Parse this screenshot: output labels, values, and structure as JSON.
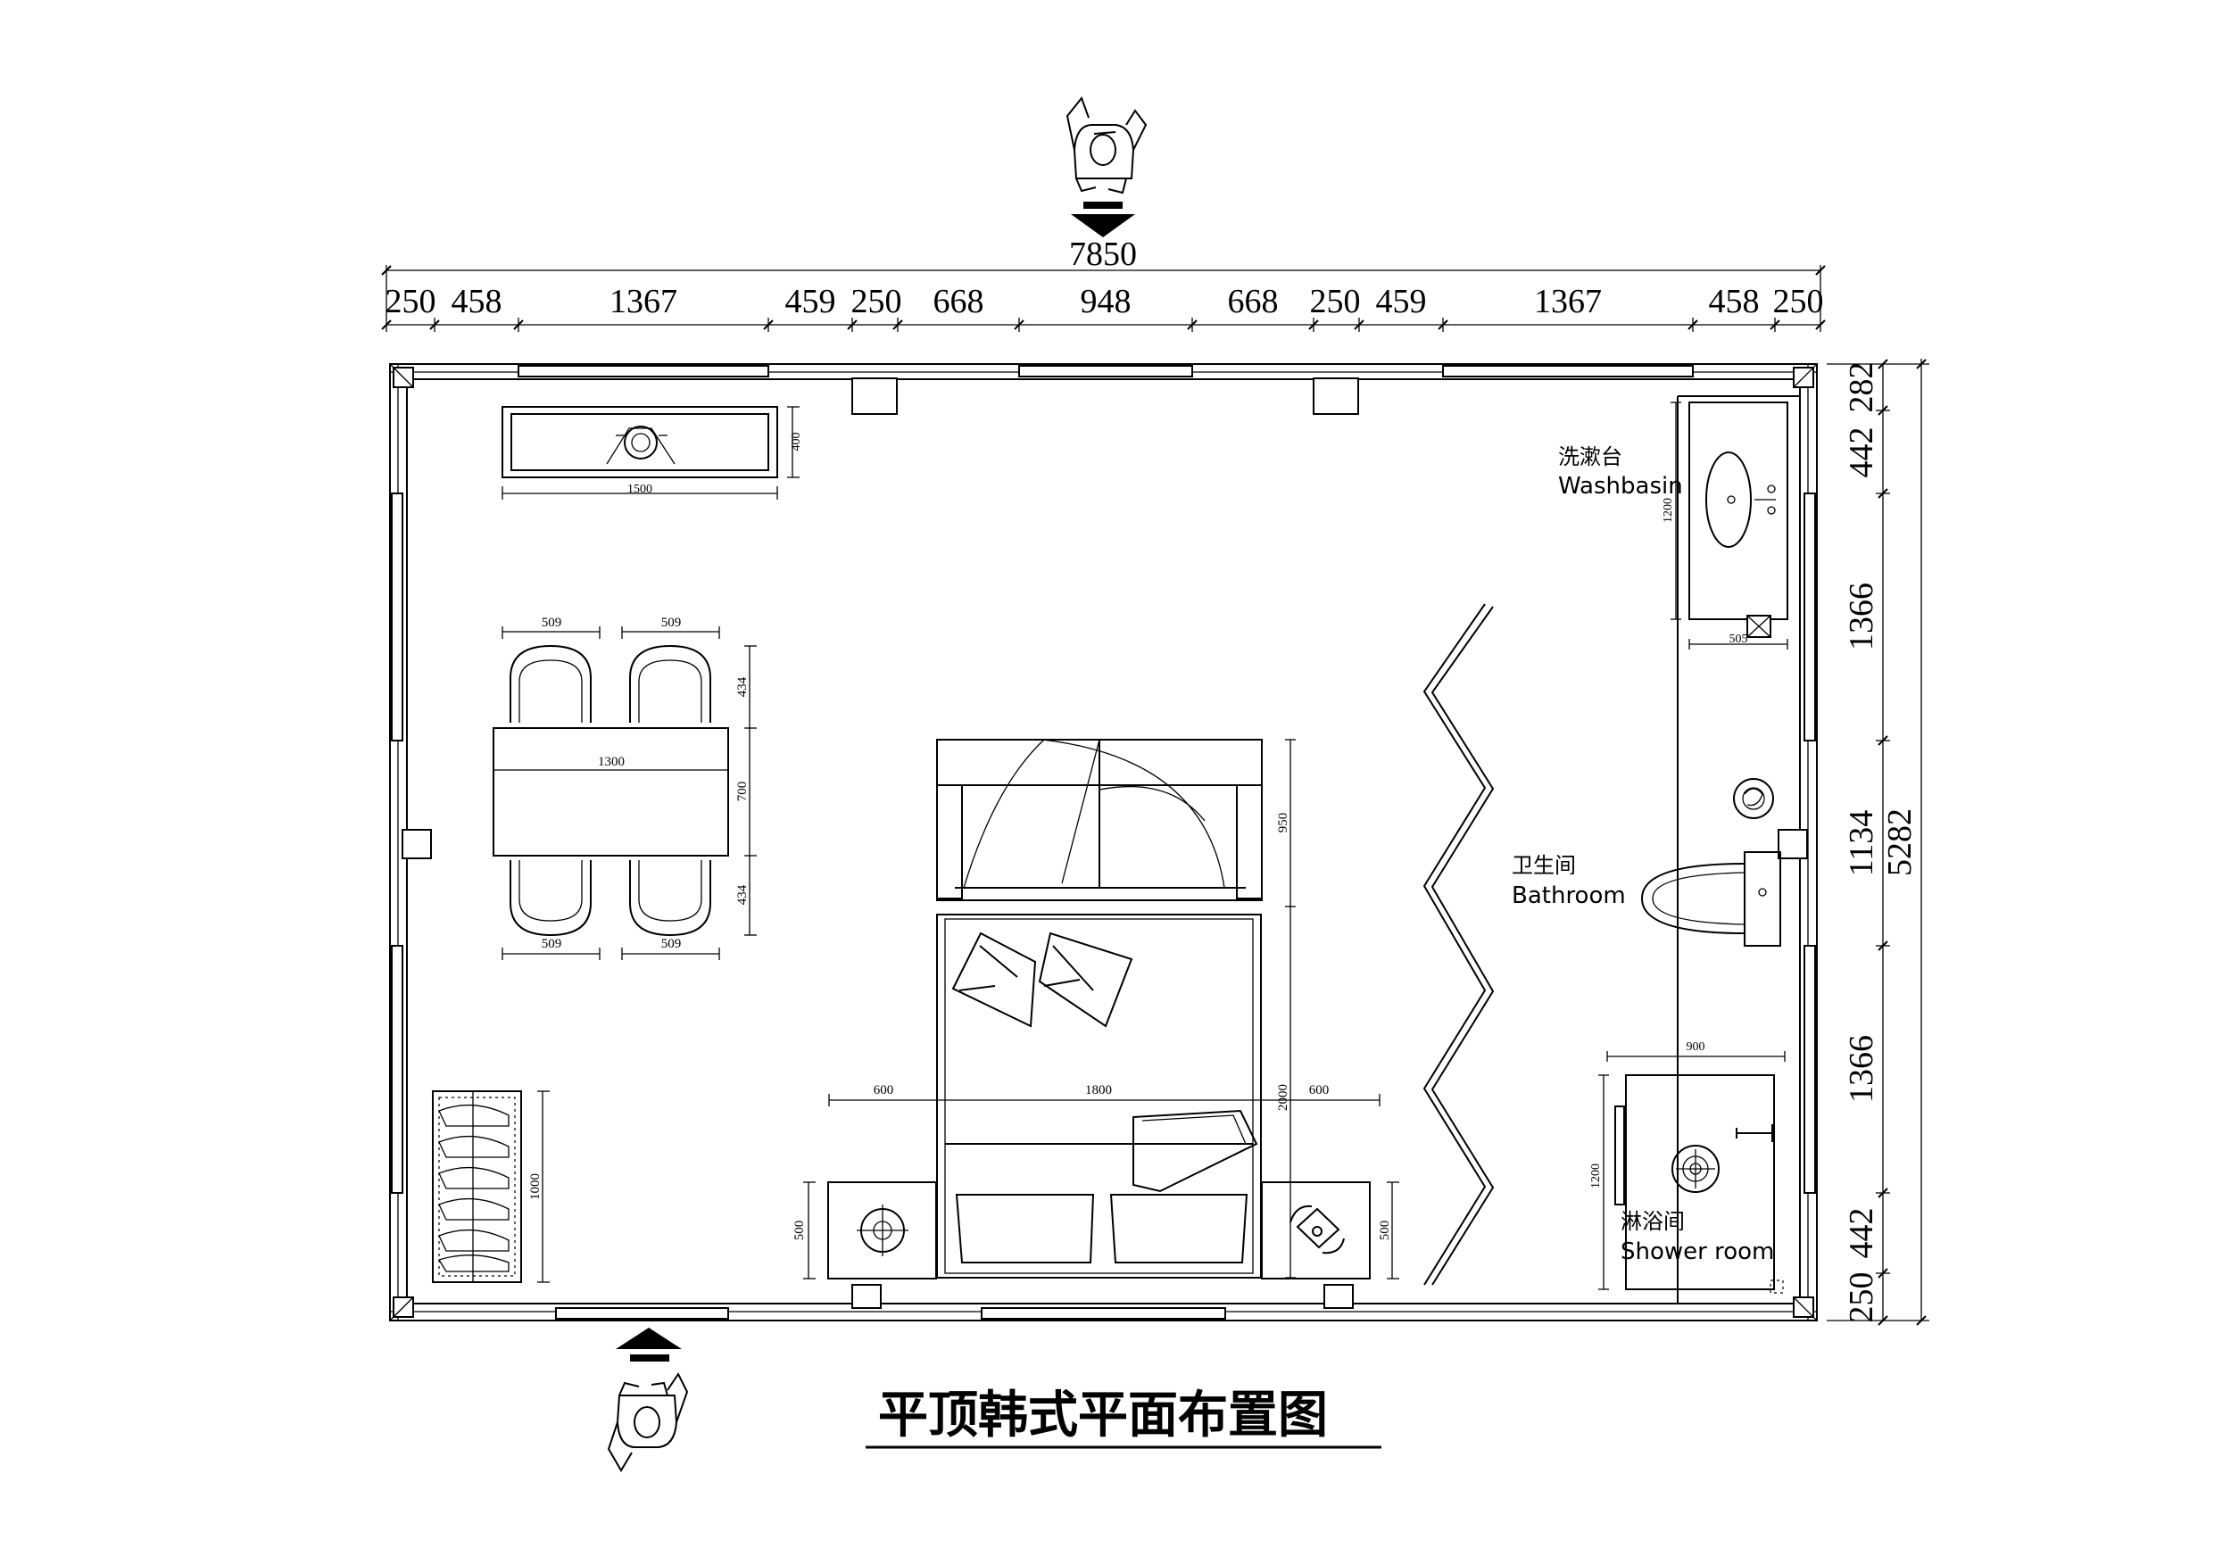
{
  "title": "平顶韩式平面布置图",
  "dimensions": {
    "overall_width": "7850",
    "top_segments": [
      "250",
      "458",
      "1367",
      "459",
      "250",
      "668",
      "948",
      "668",
      "250",
      "459",
      "1367",
      "458",
      "250"
    ],
    "overall_height": "5282",
    "right_segments": [
      "282",
      "442",
      "1366",
      "1134",
      "1366",
      "442",
      "250"
    ]
  },
  "furniture_dims": {
    "tv_cabinet_length": "1500",
    "tv_cabinet_depth": "400",
    "chair_width_top_left": "509",
    "chair_width_top_right": "509",
    "chair_width_bottom_left": "509",
    "chair_width_bottom_right": "509",
    "chair_depth_top": "434",
    "chair_depth_bottom": "434",
    "table_length": "1300",
    "table_width": "700",
    "wardrobe_depth": "950",
    "bed_length": "2000",
    "bed_width": "1800",
    "bed_side_left": "600",
    "bed_side_right": "600",
    "nightstand_left_depth": "500",
    "nightstand_right_depth": "500",
    "shoe_rack_length": "1000",
    "washbasin_length": "1200",
    "washbasin_depth": "505",
    "shower_width": "900",
    "shower_depth": "1200"
  },
  "rooms": {
    "washbasin_cn": "洗漱台",
    "washbasin_en": "Washbasin",
    "bathroom_cn": "卫生间",
    "bathroom_en": "Bathroom",
    "shower_cn": "淋浴间",
    "shower_en": "Shower room"
  },
  "icons": {
    "entry_top": "person-walking-icon",
    "entry_bottom": "person-walking-icon",
    "arrow_down": "arrow-down-icon",
    "arrow_up": "arrow-up-icon",
    "telephone": "telephone-icon",
    "floor_drain": "floor-drain-icon"
  }
}
